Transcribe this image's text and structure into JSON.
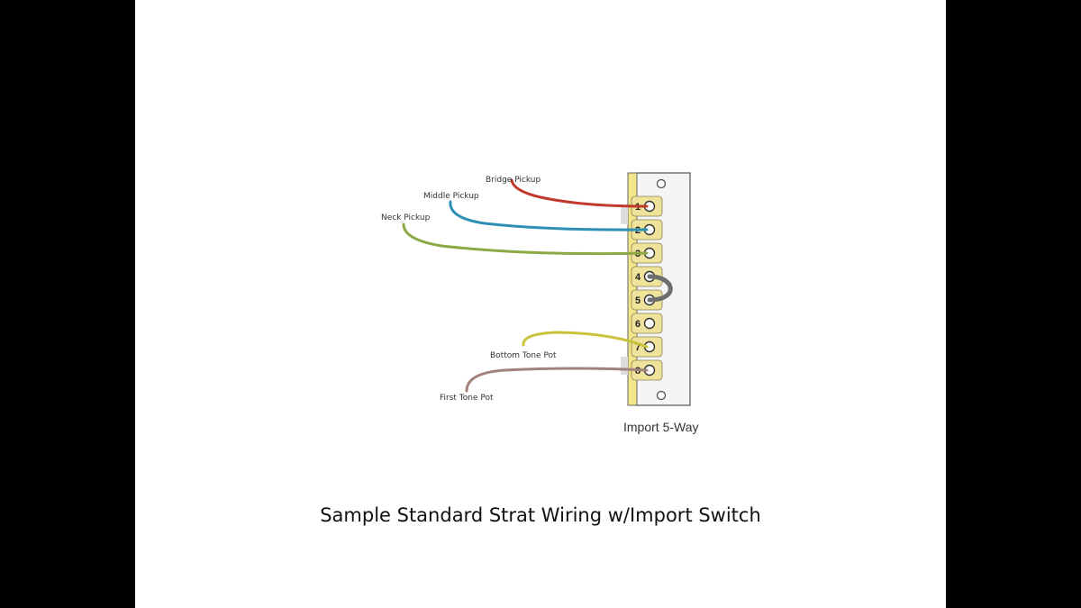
{
  "colors": {
    "background": "#000000",
    "slide": "#ffffff",
    "wire_bridge": "#c0392b",
    "wire_middle": "#2e8fb5",
    "wire_neck": "#8aa843",
    "wire_bottom_tone": "#c9c23a",
    "wire_first_tone": "#a0837a",
    "jumper": "#6d6d6d",
    "switch_strip": "#f2e68a",
    "lug_fill": "#efe29a"
  },
  "switch": {
    "title": "Import 5-Way",
    "lugs": [
      {
        "number": "1",
        "wired": true
      },
      {
        "number": "2",
        "wired": true
      },
      {
        "number": "3",
        "wired": true
      },
      {
        "number": "4",
        "wired": true
      },
      {
        "number": "5",
        "wired": true
      },
      {
        "number": "6",
        "wired": false
      },
      {
        "number": "7",
        "wired": true
      },
      {
        "number": "8",
        "wired": true
      }
    ]
  },
  "wires": {
    "bridge_pickup": {
      "label": "Bridge Pickup",
      "lug": "1"
    },
    "middle_pickup": {
      "label": "Middle Pickup",
      "lug": "2"
    },
    "neck_pickup": {
      "label": "Neck Pickup",
      "lug": "3"
    },
    "bottom_tone_pot": {
      "label": "Bottom Tone Pot",
      "lug": "7"
    },
    "first_tone_pot": {
      "label": "First Tone Pot",
      "lug": "8"
    }
  },
  "jumper": {
    "from_lug": "4",
    "to_lug": "5"
  },
  "caption": "Sample Standard Strat Wiring w/Import Switch"
}
